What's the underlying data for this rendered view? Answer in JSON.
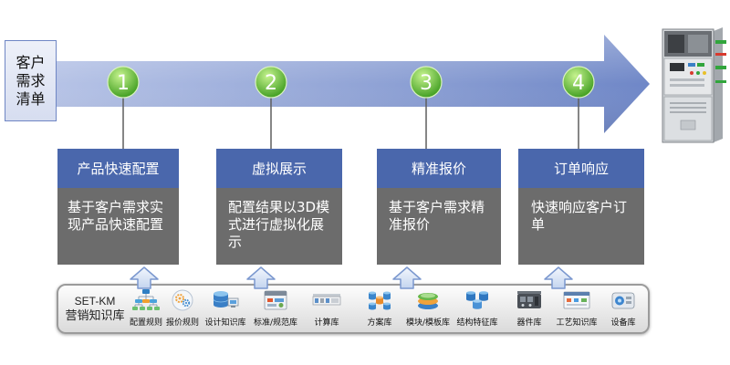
{
  "input_box": {
    "lines": [
      "客户",
      "需求",
      "清单"
    ]
  },
  "steps": [
    {
      "number": "1",
      "title": "产品快速配置",
      "body_lines": [
        "基于客户需求实",
        "现产品快速配置"
      ]
    },
    {
      "number": "2",
      "title": "虚拟展示",
      "body_lines": [
        "配置结果以3D模",
        "式进行虚拟化展",
        "示"
      ]
    },
    {
      "number": "3",
      "title": "精准报价",
      "body_lines": [
        "基于客户需求精",
        "准报价"
      ]
    },
    {
      "number": "4",
      "title": "订单响应",
      "body_lines": [
        "快速响应客户订",
        "单"
      ]
    }
  ],
  "knowledge_base": {
    "title_lines": [
      "SET-KM",
      "营销知识库"
    ],
    "items": [
      {
        "label": "配置规则",
        "icon": "hierarchy-icon"
      },
      {
        "label": "报价规则",
        "icon": "gear-badge-icon"
      },
      {
        "label": "设计知识库",
        "icon": "database-icon"
      },
      {
        "label": "标准/规范库",
        "icon": "standards-document-icon"
      },
      {
        "label": "计算库",
        "icon": "calculation-toolbar-icon"
      },
      {
        "label": "方案库",
        "icon": "database-network-icon"
      },
      {
        "label": "模块/模板库",
        "icon": "stacked-layers-icon"
      },
      {
        "label": "结构特征库",
        "icon": "structure-cylinders-icon"
      },
      {
        "label": "器件库",
        "icon": "component-device-icon"
      },
      {
        "label": "工艺知识库",
        "icon": "process-window-icon"
      },
      {
        "label": "设备库",
        "icon": "equipment-icon"
      }
    ]
  },
  "product_image": {
    "icon": "switchgear-cabinet-icon"
  },
  "colors": {
    "arrow_light": "#b6c3e6",
    "arrow_dark": "#6f87c7",
    "step_circle_light": "#c6f38e",
    "step_circle_dark": "#3a9a1c",
    "card_header": "#4a67ac",
    "card_body": "#6c6c6c",
    "input_box_fill": "#d6ddf0",
    "input_box_border": "#6f86c4",
    "knowledge_bar_border": "#9b9b9b",
    "up_arrow_fill": "#c4d5ef",
    "up_arrow_stroke": "#7b98cf"
  }
}
